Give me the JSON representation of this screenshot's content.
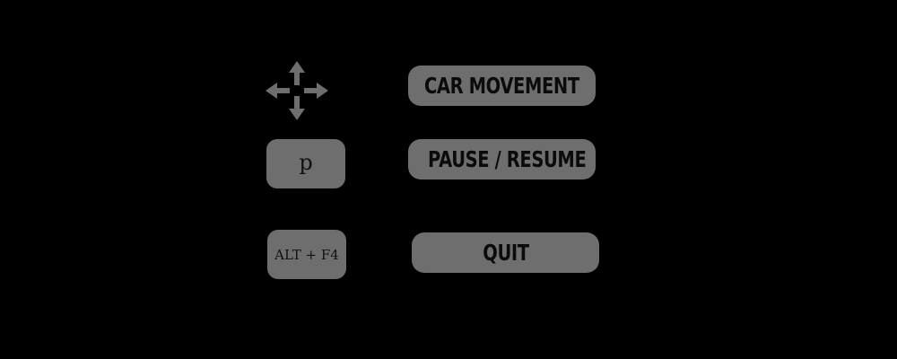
{
  "controls": [
    {
      "key_icon": "four-way-arrows-icon",
      "key_label": "",
      "action_label": "CAR MOVEMENT"
    },
    {
      "key_label": "p",
      "action_label": "PAUSE / RESUME"
    },
    {
      "key_label": "ALT + F4",
      "action_label": "QUIT"
    }
  ],
  "colors": {
    "background": "#000000",
    "key_fill": "#6e6e6e",
    "text": "#0b0b0b"
  }
}
